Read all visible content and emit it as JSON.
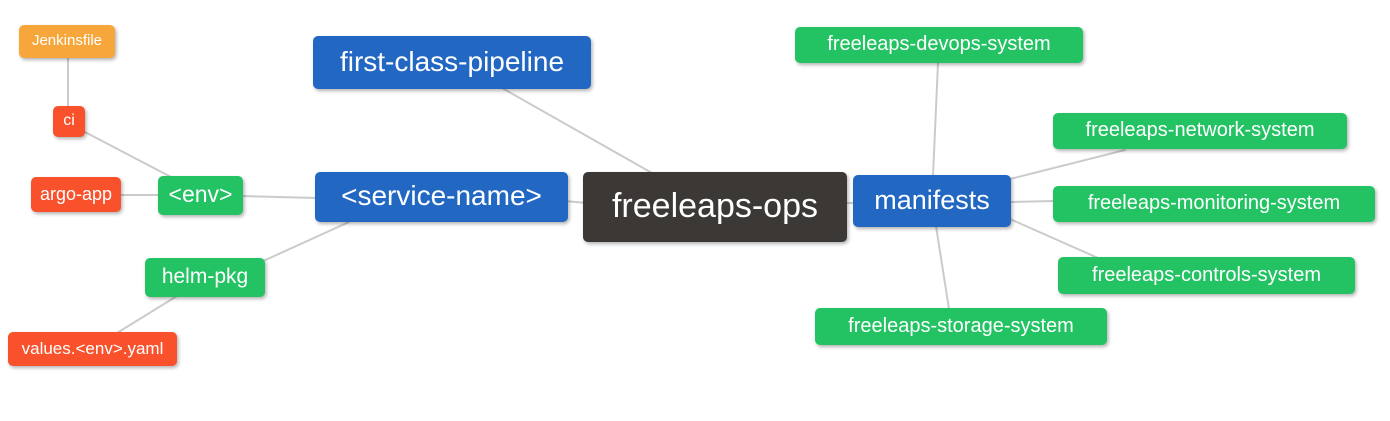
{
  "palette": {
    "blue": "#2268C3",
    "green": "#23C364",
    "red": "#F8512B",
    "orange": "#F7A63C",
    "dark": "#3B3835",
    "edge": "#CBCBCB",
    "node_text": "#FFFFFF",
    "background": "#FFFFFF"
  },
  "mindmap": {
    "nodes": {
      "root": {
        "label": "freeleaps-ops",
        "color": "dark"
      },
      "first_pipeline": {
        "label": "first-class-pipeline",
        "color": "blue"
      },
      "service_name": {
        "label": "<service-name>",
        "color": "blue"
      },
      "manifests": {
        "label": "manifests",
        "color": "blue"
      },
      "env": {
        "label": "<env>",
        "color": "green"
      },
      "helm_pkg": {
        "label": "helm-pkg",
        "color": "green"
      },
      "ci": {
        "label": "ci",
        "color": "red"
      },
      "argo_app": {
        "label": "argo-app",
        "color": "red"
      },
      "values_env_yaml": {
        "label": "values.<env>.yaml",
        "color": "red"
      },
      "jenkinsfile": {
        "label": "Jenkinsfile",
        "color": "orange"
      },
      "devops_system": {
        "label": "freeleaps-devops-system",
        "color": "green"
      },
      "network_system": {
        "label": "freeleaps-network-system",
        "color": "green"
      },
      "monitoring_system": {
        "label": "freeleaps-monitoring-system",
        "color": "green"
      },
      "controls_system": {
        "label": "freeleaps-controls-system",
        "color": "green"
      },
      "storage_system": {
        "label": "freeleaps-storage-system",
        "color": "green"
      }
    },
    "edges": [
      {
        "from": "jenkinsfile",
        "to": "ci"
      },
      {
        "from": "ci",
        "to": "env"
      },
      {
        "from": "argo_app",
        "to": "env"
      },
      {
        "from": "env",
        "to": "service_name"
      },
      {
        "from": "first_pipeline",
        "to": "root"
      },
      {
        "from": "service_name",
        "to": "root"
      },
      {
        "from": "service_name",
        "to": "helm_pkg"
      },
      {
        "from": "helm_pkg",
        "to": "values_env_yaml"
      },
      {
        "from": "root",
        "to": "manifests"
      },
      {
        "from": "manifests",
        "to": "devops_system"
      },
      {
        "from": "manifests",
        "to": "network_system"
      },
      {
        "from": "manifests",
        "to": "monitoring_system"
      },
      {
        "from": "manifests",
        "to": "controls_system"
      },
      {
        "from": "manifests",
        "to": "storage_system"
      }
    ]
  }
}
